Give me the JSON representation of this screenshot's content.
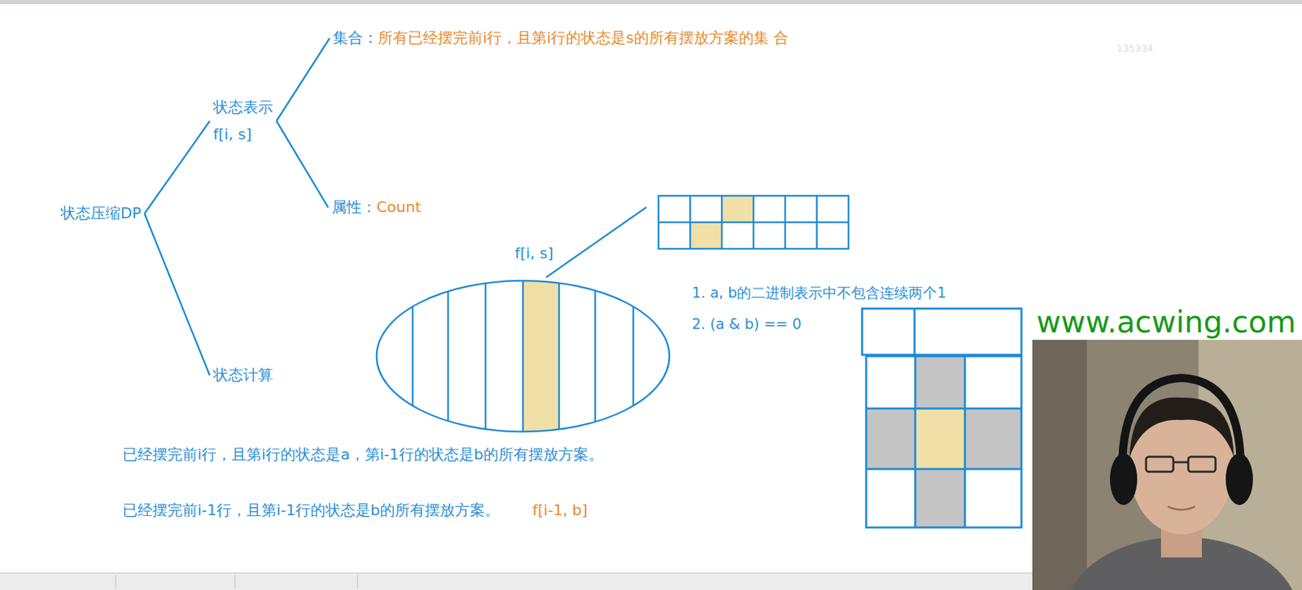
{
  "diagram": {
    "nodes": [
      {
        "text": [
          "状态压缩DP"
        ]
      },
      {
        "text": [
          "状态表示",
          "f[i, s]"
        ]
      },
      {
        "text": [
          "状态计算"
        ]
      },
      {
        "text": [
          "集合：",
          "所有已经摆完前i行，且第i行的状态是s的所有摆放方案的集 合"
        ]
      },
      {
        "text": [
          "属性：",
          "Count"
        ]
      },
      {
        "text": [
          "f[i, s]"
        ]
      }
    ],
    "edges": [
      {
        "from": 0,
        "to": 1,
        "arrow": "none"
      },
      {
        "from": 0,
        "to": 2,
        "arrow": "none"
      },
      {
        "from": 1,
        "to": 3,
        "arrow": "none"
      },
      {
        "from": 1,
        "to": 4,
        "arrow": "none"
      }
    ],
    "labels": [
      "1. a, b的二进制表示中不包含连续两个1",
      "2. (a & b) == 0",
      "已经摆完前i行，且第i行的状态是a，第i-1行的状态是b的所有摆放方案。",
      "已经摆完前i-1行，且第i-1行的状态是b的所有摆放方案。",
      "f[i-1, b]",
      "135334",
      "www.acwing.com"
    ]
  }
}
